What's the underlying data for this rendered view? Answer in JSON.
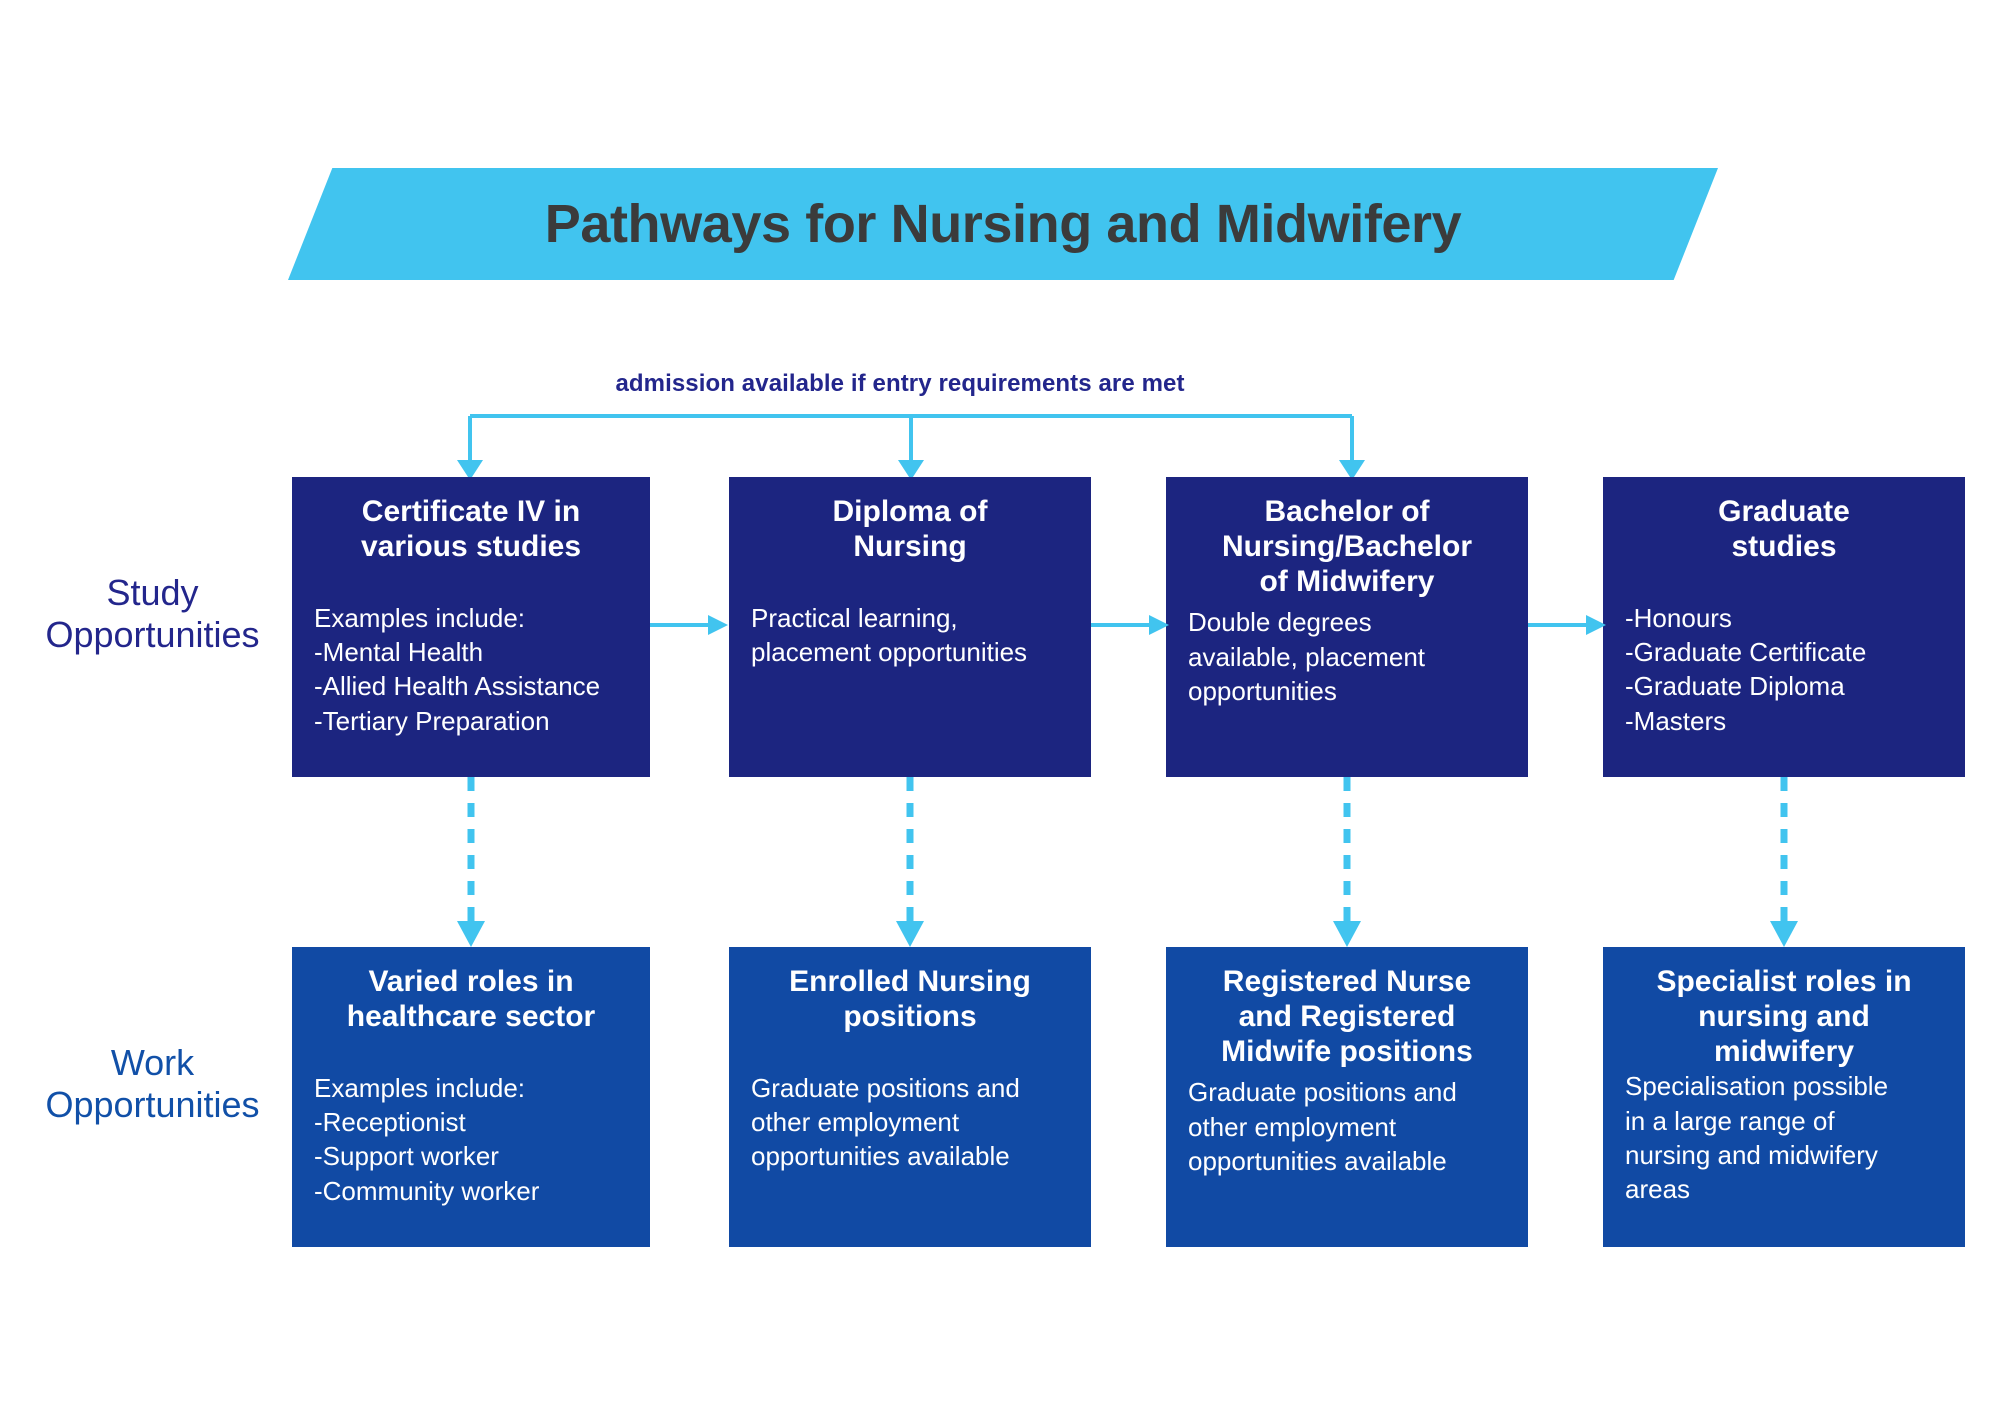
{
  "title": "Pathways for Nursing and Midwifery",
  "colors": {
    "banner": "#41c4ef",
    "banner_text": "#3b3b3b",
    "study_box": "#1c2580",
    "work_box": "#114aa4",
    "connector": "#41c4ef",
    "study_label": "#23268c",
    "work_label": "#1150a8",
    "page_background": "#ffffff"
  },
  "row_labels": {
    "study": "Study\nOpportunities",
    "work": "Work\nOpportunities"
  },
  "manifold": {
    "label": "admission available if entry requirements are met"
  },
  "study_nodes": [
    {
      "id": "certificate-iv",
      "title": "Certificate IV in\nvarious studies",
      "body": "Examples include:\n-Mental Health\n-Allied Health Assistance\n-Tertiary Preparation"
    },
    {
      "id": "diploma-of-nursing",
      "title": "Diploma of\nNursing",
      "body": "Practical learning,\nplacement opportunities"
    },
    {
      "id": "bachelor-nursing-midwifery",
      "title": "Bachelor of\nNursing/Bachelor\nof Midwifery",
      "body": "Double degrees\navailable, placement\nopportunities"
    },
    {
      "id": "graduate-studies",
      "title": "Graduate\nstudies",
      "body": "-Honours\n-Graduate Certificate\n-Graduate Diploma\n-Masters"
    }
  ],
  "work_nodes": [
    {
      "id": "varied-roles-healthcare",
      "title": "Varied roles in\nhealthcare sector",
      "body": "Examples include:\n-Receptionist\n-Support worker\n-Community worker"
    },
    {
      "id": "enrolled-nursing-positions",
      "title": "Enrolled Nursing\npositions",
      "body": "Graduate positions and\nother employment\nopportunities available"
    },
    {
      "id": "registered-nurse-midwife",
      "title": "Registered Nurse\nand Registered\nMidwife positions",
      "body": "Graduate positions and\nother employment\nopportunities available"
    },
    {
      "id": "specialist-roles",
      "title": "Specialist roles in\nnursing and\nmidwifery",
      "body": "Specialisation possible\nin a large range of\nnursing and midwifery\nareas"
    }
  ]
}
